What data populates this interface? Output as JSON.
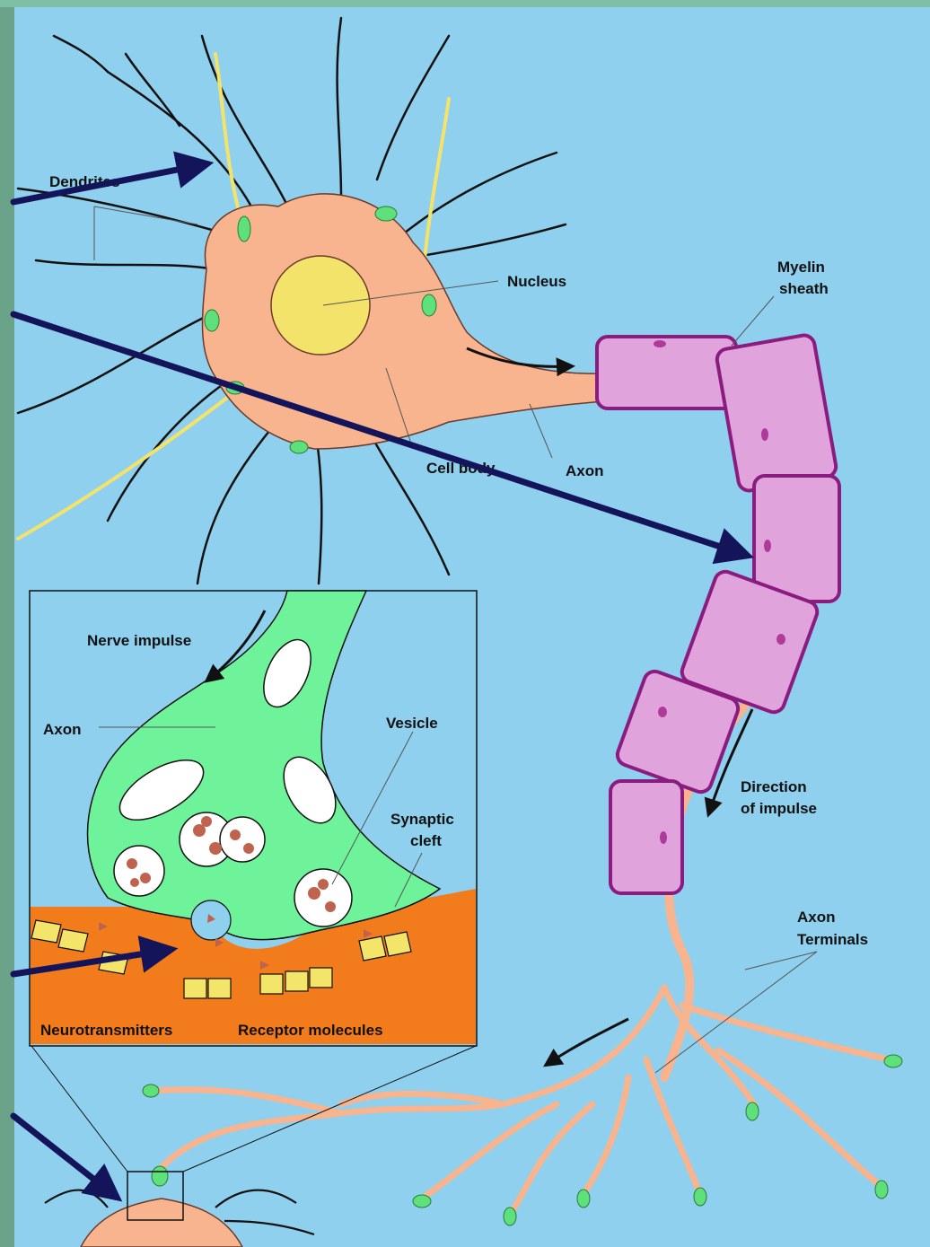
{
  "labels": {
    "dendrites": "Dendrites",
    "nucleus": "Nucleus",
    "myelin_sheath_line1": "Myelin",
    "myelin_sheath_line2": "sheath",
    "cell_body": "Cell body",
    "axon": "Axon",
    "direction_line1": "Direction",
    "direction_line2": "of impulse",
    "axon_terminals_line1": "Axon",
    "axon_terminals_line2": "Terminals",
    "inset_nerve_impulse": "Nerve impulse",
    "inset_axon": "Axon",
    "inset_vesicle": "Vesicle",
    "inset_synaptic_line1": "Synaptic",
    "inset_synaptic_line2": "cleft",
    "inset_neurotransmitters": "Neurotransmitters",
    "inset_receptor_molecules": "Receptor molecules"
  },
  "colors": {
    "background": "#8fd0ee",
    "cell_body": "#f7b48f",
    "nucleus": "#f3e36a",
    "myelin": "#e0a3dc",
    "myelin_outline": "#8a1c80",
    "terminal": "#5ee07a",
    "synapse_green": "#6ef29a",
    "post_synaptic": "#f27c1c",
    "receptor": "#f3e46a",
    "neurotransmitter": "#c0634e",
    "pointer_arrow": "#14145a",
    "frame_outer": "#6aa38a"
  },
  "icons": {
    "pointer_arrows": "arrow-icon",
    "impulse_arrows": "curved-arrow-icon"
  }
}
